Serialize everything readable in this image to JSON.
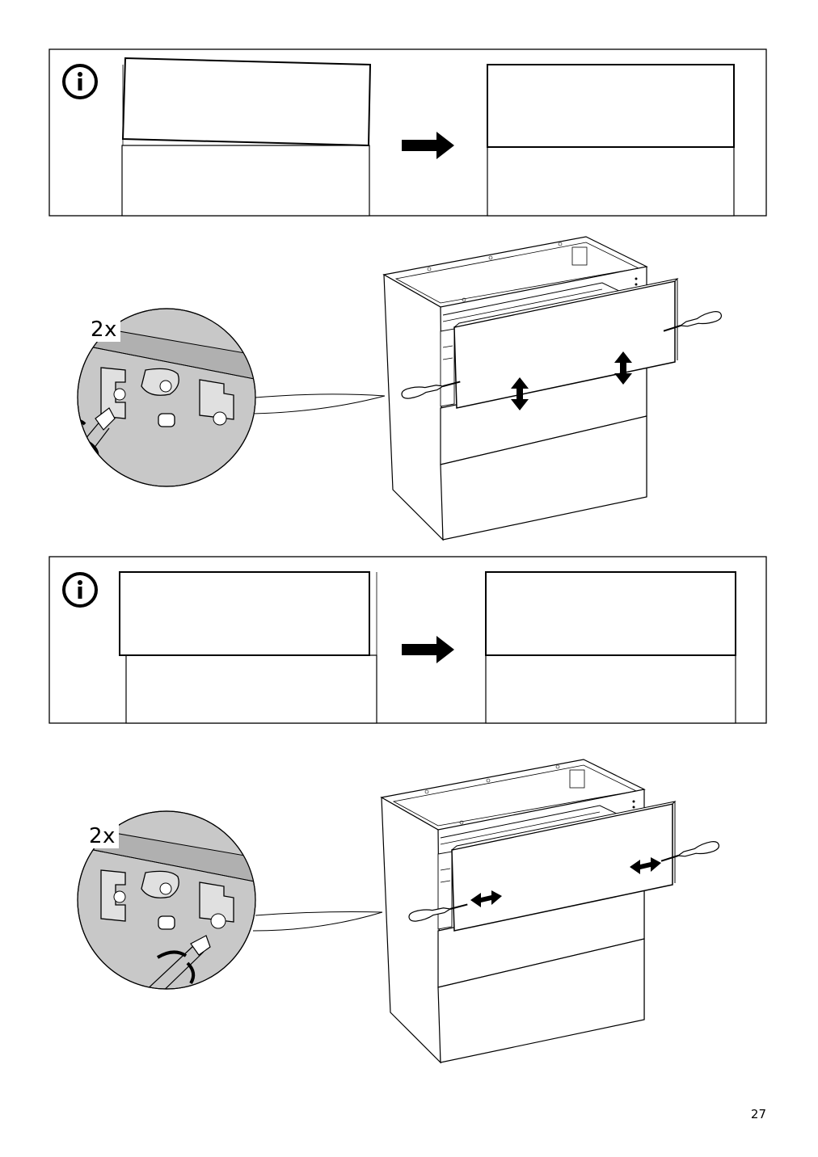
{
  "page": {
    "number": "27"
  },
  "steps": [
    {
      "quantity": "2x",
      "info_icon": "info-icon",
      "adjustment_icon": "vertical-double-arrow-icon"
    },
    {
      "quantity": "2x",
      "info_icon": "info-icon",
      "adjustment_icon": "horizontal-double-arrow-icon"
    }
  ],
  "colors": {
    "line": "#000000",
    "detail_fill": "#c8c8c8",
    "background": "#ffffff"
  }
}
